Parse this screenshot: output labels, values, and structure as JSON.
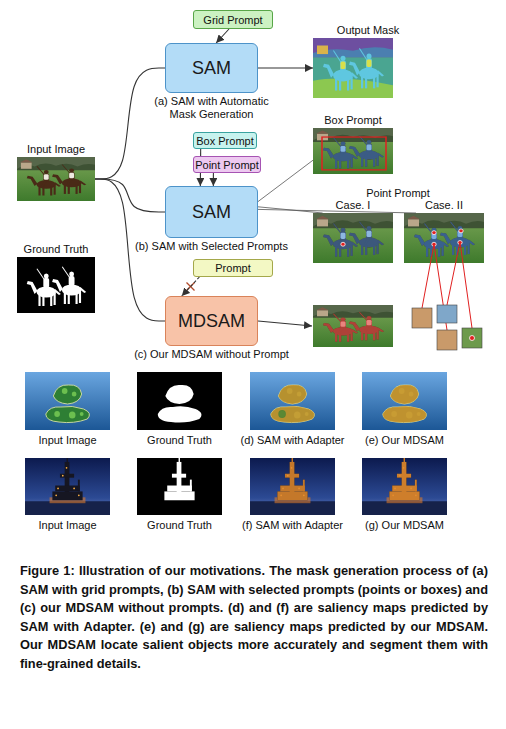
{
  "diagram": {
    "caption": "Figure 1: Illustration of our motivations. The mask generation process of (a) SAM with grid prompts, (b) SAM with selected prompts (points or boxes) and (c) our MDSAM without prompts. (d) and (f) are saliency maps predicted by SAM with Adapter. (e) and (g) are saliency maps predicted by our MDSAM. Our MDSAM locate salient objects more accurately and segment them with fine-grained details.",
    "nodes": [
      {
        "text": [
          "Grid Prompt"
        ]
      },
      {
        "text": [
          "SAM",
          "(a) SAM with Automatic Mask Generation"
        ]
      },
      {
        "text": [
          "Output Mask"
        ]
      },
      {
        "text": [
          "Input Image"
        ]
      },
      {
        "text": [
          "Ground Truth"
        ]
      },
      {
        "text": [
          "Box Prompt"
        ]
      },
      {
        "text": [
          "Point Prompt"
        ]
      },
      {
        "text": [
          "SAM",
          "(b) SAM with Selected Prompts"
        ]
      },
      {
        "text": [
          "Box Prompt"
        ]
      },
      {
        "text": [
          "Case. I"
        ]
      },
      {
        "text": [
          "Case. II"
        ]
      },
      {
        "text": [
          "Prompt"
        ]
      },
      {
        "text": [
          "MDSAM",
          "(c) Our MDSAM without Prompt"
        ]
      }
    ],
    "edges": [
      {
        "from": 0,
        "to": 1,
        "arrow": "to"
      },
      {
        "from": 1,
        "to": 2,
        "arrow": "to"
      },
      {
        "from": 3,
        "to": 1,
        "arrow": "none"
      },
      {
        "from": 3,
        "to": 7,
        "arrow": "none"
      },
      {
        "from": 3,
        "to": 12,
        "arrow": "none"
      },
      {
        "from": 5,
        "to": 7,
        "arrow": "to"
      },
      {
        "from": 6,
        "to": 7,
        "arrow": "to"
      },
      {
        "from": 7,
        "to": 8,
        "arrow": "none"
      },
      {
        "from": 7,
        "to": 9,
        "arrow": "none"
      },
      {
        "from": 7,
        "to": 10,
        "arrow": "none"
      },
      {
        "from": 11,
        "to": 12,
        "arrow": "to"
      }
    ],
    "labels": [
      "Point Prompt",
      "Input Image",
      "Ground Truth",
      "(d) SAM with Adapter",
      "(e) Our MDSAM",
      "Input Image",
      "Ground Truth",
      "(f) SAM with Adapter",
      "(g) Our MDSAM"
    ]
  }
}
